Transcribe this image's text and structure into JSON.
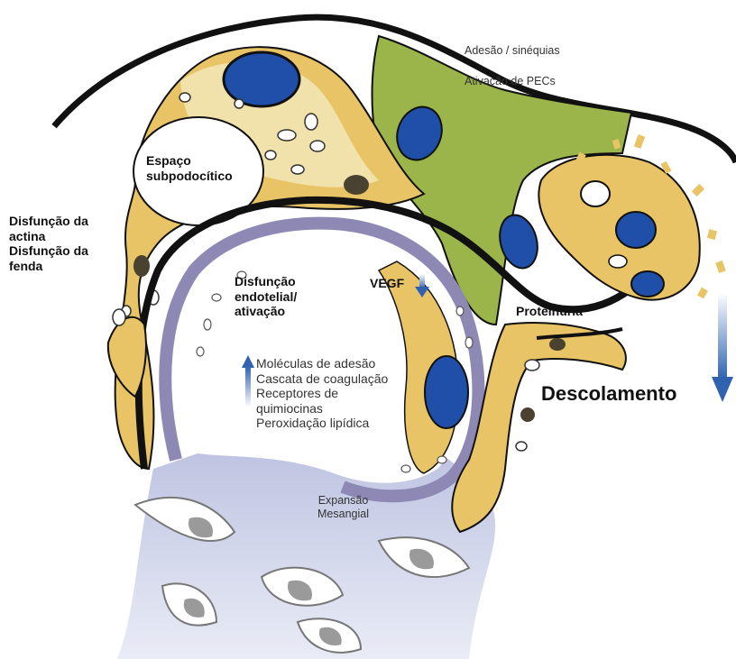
{
  "labels": {
    "adhesion": "Adesão / sinéquias",
    "pec_activation": "Ativação de PECs",
    "subpodocyte_space": "Espaço\nsubpodocítico",
    "actin_slit": "Disfunção da\nactina\nDisfunção da\nfenda",
    "endothelial": "Disfunção\nendotelial/\nativação",
    "vegf": "VEGF",
    "proteinuria": "Proteinuria",
    "mediators": "Moléculas de adesão\nCascata de coagulação\nReceptores de\nquimiocinas\nPeroxidação lipídica",
    "mesangial": "Expansão\nMesangial",
    "detachment": "Descolamento"
  },
  "colors": {
    "podocyte": "#e8c466",
    "podocyte_light": "#f3e8bd",
    "pec": "#9bb54a",
    "nucleus": "#1f4fa8",
    "membrane": "#111111",
    "capillary_wall": "#8e88b5",
    "mesangium": "#cdd3ea",
    "vegf_arrow": "#3b6db5",
    "detachment_arrow": "#3b6db5"
  },
  "icons": {
    "vegf": "down-arrow-icon",
    "mediators": "up-arrow-icon",
    "detachment": "down-arrow-icon"
  }
}
